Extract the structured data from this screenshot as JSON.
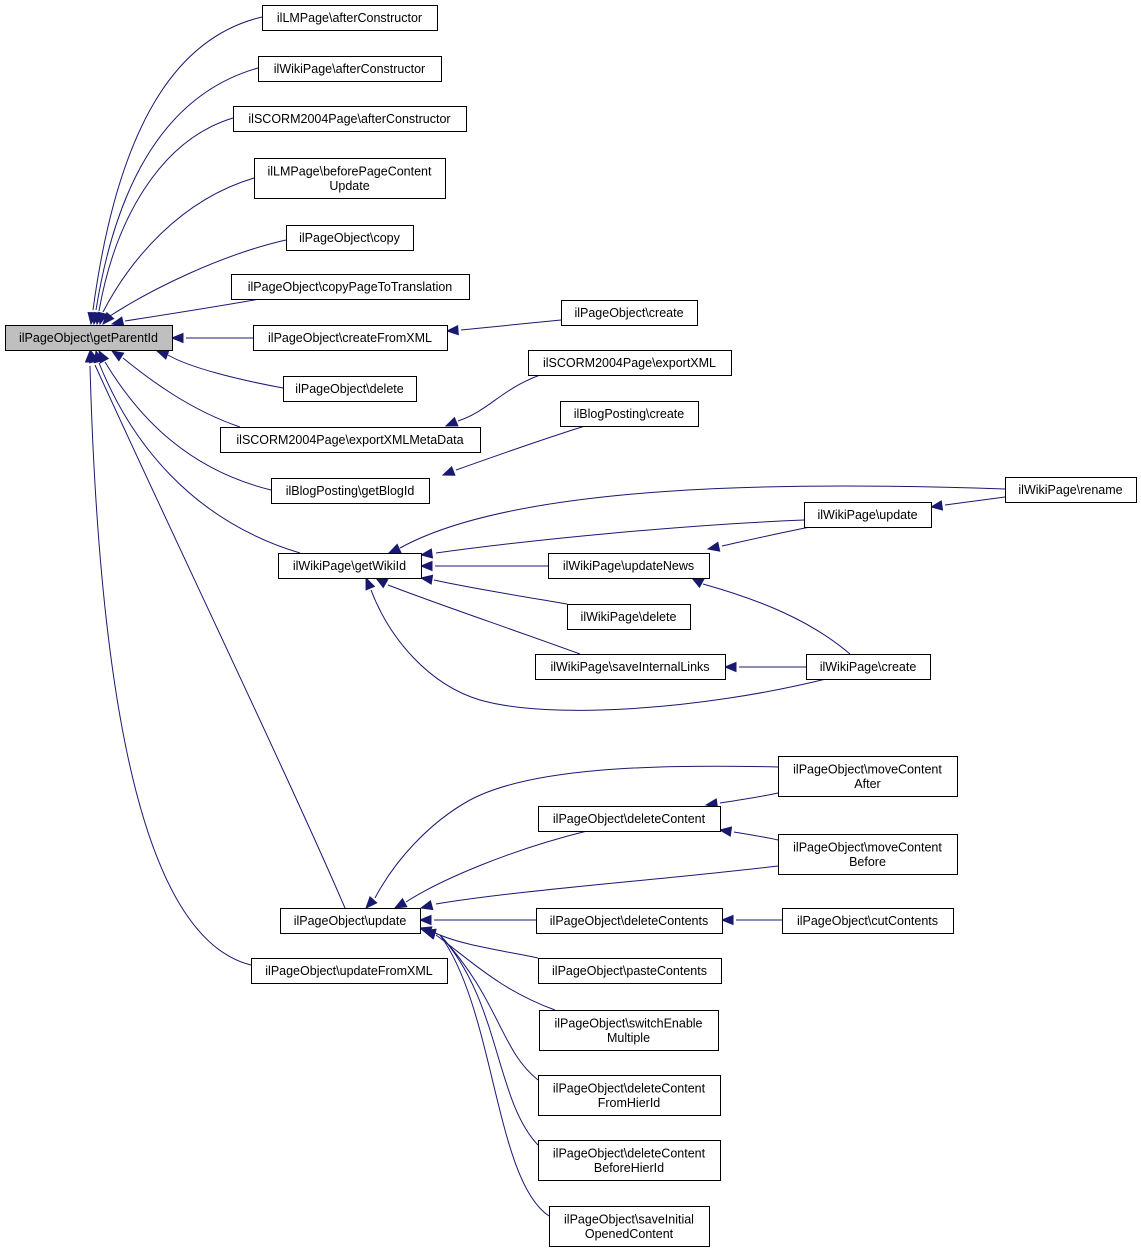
{
  "graph": {
    "title": "",
    "colors": {
      "edge": "#191970",
      "root_fill": "#bfbfbf",
      "node_fill": "#ffffff",
      "node_border": "#000000"
    },
    "nodes": [
      {
        "id": "root",
        "lines": [
          "ilPageObject\\getParentId"
        ],
        "highlighted": true
      },
      {
        "id": "lm_after",
        "lines": [
          "ilLMPage\\afterConstructor"
        ]
      },
      {
        "id": "wiki_after",
        "lines": [
          "ilWikiPage\\afterConstructor"
        ]
      },
      {
        "id": "scorm_after",
        "lines": [
          "ilSCORM2004Page\\afterConstructor"
        ]
      },
      {
        "id": "lm_before",
        "lines": [
          "ilLMPage\\beforePageContent",
          "Update"
        ]
      },
      {
        "id": "po_copy",
        "lines": [
          "ilPageObject\\copy"
        ]
      },
      {
        "id": "po_copytrans",
        "lines": [
          "ilPageObject\\copyPageToTranslation"
        ]
      },
      {
        "id": "po_createxml",
        "lines": [
          "ilPageObject\\createFromXML"
        ]
      },
      {
        "id": "po_create",
        "lines": [
          "ilPageObject\\create"
        ]
      },
      {
        "id": "po_delete",
        "lines": [
          "ilPageObject\\delete"
        ]
      },
      {
        "id": "scorm_export",
        "lines": [
          "ilSCORM2004Page\\exportXML"
        ]
      },
      {
        "id": "scorm_exportmeta",
        "lines": [
          "ilSCORM2004Page\\exportXMLMetaData"
        ]
      },
      {
        "id": "blog_create",
        "lines": [
          "ilBlogPosting\\create"
        ]
      },
      {
        "id": "blog_getid",
        "lines": [
          "ilBlogPosting\\getBlogId"
        ]
      },
      {
        "id": "wiki_rename",
        "lines": [
          "ilWikiPage\\rename"
        ]
      },
      {
        "id": "wiki_update",
        "lines": [
          "ilWikiPage\\update"
        ]
      },
      {
        "id": "wiki_getid",
        "lines": [
          "ilWikiPage\\getWikiId"
        ]
      },
      {
        "id": "wiki_updatenews",
        "lines": [
          "ilWikiPage\\updateNews"
        ]
      },
      {
        "id": "wiki_delete",
        "lines": [
          "ilWikiPage\\delete"
        ]
      },
      {
        "id": "wiki_savelinks",
        "lines": [
          "ilWikiPage\\saveInternalLinks"
        ]
      },
      {
        "id": "wiki_create",
        "lines": [
          "ilWikiPage\\create"
        ]
      },
      {
        "id": "po_moveafter",
        "lines": [
          "ilPageObject\\moveContent",
          "After"
        ]
      },
      {
        "id": "po_delcontent",
        "lines": [
          "ilPageObject\\deleteContent"
        ]
      },
      {
        "id": "po_movebefore",
        "lines": [
          "ilPageObject\\moveContent",
          "Before"
        ]
      },
      {
        "id": "po_update",
        "lines": [
          "ilPageObject\\update"
        ]
      },
      {
        "id": "po_delcontents",
        "lines": [
          "ilPageObject\\deleteContents"
        ]
      },
      {
        "id": "po_cut",
        "lines": [
          "ilPageObject\\cutContents"
        ]
      },
      {
        "id": "po_updatexml",
        "lines": [
          "ilPageObject\\updateFromXML"
        ]
      },
      {
        "id": "po_paste",
        "lines": [
          "ilPageObject\\pasteContents"
        ]
      },
      {
        "id": "po_switch",
        "lines": [
          "ilPageObject\\switchEnable",
          "Multiple"
        ]
      },
      {
        "id": "po_delfromhier",
        "lines": [
          "ilPageObject\\deleteContent",
          "FromHierId"
        ]
      },
      {
        "id": "po_delbeforehier",
        "lines": [
          "ilPageObject\\deleteContent",
          "BeforeHierId"
        ]
      },
      {
        "id": "po_saveinit",
        "lines": [
          "ilPageObject\\saveInitial",
          "OpenedContent"
        ]
      }
    ],
    "edges": [
      {
        "from": "lm_after",
        "to": "root"
      },
      {
        "from": "wiki_after",
        "to": "root"
      },
      {
        "from": "scorm_after",
        "to": "root"
      },
      {
        "from": "lm_before",
        "to": "root"
      },
      {
        "from": "po_copy",
        "to": "root"
      },
      {
        "from": "po_copytrans",
        "to": "root"
      },
      {
        "from": "po_createxml",
        "to": "root"
      },
      {
        "from": "po_delete",
        "to": "root"
      },
      {
        "from": "scorm_exportmeta",
        "to": "root"
      },
      {
        "from": "blog_getid",
        "to": "root"
      },
      {
        "from": "wiki_getid",
        "to": "root"
      },
      {
        "from": "po_update",
        "to": "root"
      },
      {
        "from": "po_updatexml",
        "to": "root"
      },
      {
        "from": "po_create",
        "to": "po_createxml"
      },
      {
        "from": "scorm_export",
        "to": "scorm_exportmeta"
      },
      {
        "from": "blog_create",
        "to": "blog_getid"
      },
      {
        "from": "wiki_rename",
        "to": "wiki_getid"
      },
      {
        "from": "wiki_update",
        "to": "wiki_getid"
      },
      {
        "from": "wiki_updatenews",
        "to": "wiki_getid"
      },
      {
        "from": "wiki_delete",
        "to": "wiki_getid"
      },
      {
        "from": "wiki_savelinks",
        "to": "wiki_getid"
      },
      {
        "from": "wiki_create",
        "to": "wiki_getid"
      },
      {
        "from": "wiki_rename",
        "to": "wiki_update"
      },
      {
        "from": "wiki_update",
        "to": "wiki_updatenews"
      },
      {
        "from": "wiki_create",
        "to": "wiki_updatenews"
      },
      {
        "from": "wiki_create",
        "to": "wiki_savelinks"
      },
      {
        "from": "po_moveafter",
        "to": "po_update"
      },
      {
        "from": "po_delcontent",
        "to": "po_update"
      },
      {
        "from": "po_movebefore",
        "to": "po_update"
      },
      {
        "from": "po_delcontents",
        "to": "po_update"
      },
      {
        "from": "po_paste",
        "to": "po_update"
      },
      {
        "from": "po_switch",
        "to": "po_update"
      },
      {
        "from": "po_delfromhier",
        "to": "po_update"
      },
      {
        "from": "po_delbeforehier",
        "to": "po_update"
      },
      {
        "from": "po_saveinit",
        "to": "po_update"
      },
      {
        "from": "po_moveafter",
        "to": "po_delcontent"
      },
      {
        "from": "po_movebefore",
        "to": "po_delcontent"
      },
      {
        "from": "po_cut",
        "to": "po_delcontents"
      }
    ]
  }
}
